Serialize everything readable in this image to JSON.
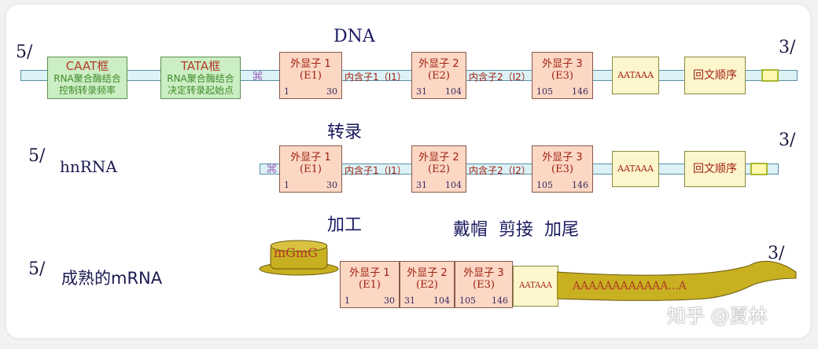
{
  "dna": {
    "title": "DNA",
    "five": "5/",
    "three": "3/",
    "caat_title": "CAAT框",
    "caat_desc1": "RNA聚合酶结合",
    "caat_desc2": "控制转录频率",
    "tata_title": "TATA框",
    "tata_desc1": "RNA聚合酶结合",
    "tata_desc2": "决定转录起始点",
    "exon1": {
      "name": "外显子 1",
      "e": "(E1)",
      "start": "1",
      "end": "30"
    },
    "intron1": "内含子1（I1）",
    "exon2": {
      "name": "外显子 2",
      "e": "(E2)",
      "start": "31",
      "end": "104"
    },
    "intron2": "内含子2（I2）",
    "exon3": {
      "name": "外显子 3",
      "e": "(E3)",
      "start": "105",
      "end": "146"
    },
    "aataaa": "AATAAA",
    "palindrome": "回文顺序"
  },
  "step1": "转录",
  "hnrna": {
    "five": "5/",
    "label": "hnRNA",
    "three": "3/",
    "exon1": {
      "name": "外显子 1",
      "e": "(E1)",
      "start": "1",
      "end": "30"
    },
    "intron1": "内含子1（I1）",
    "exon2": {
      "name": "外显子 2",
      "e": "(E2)",
      "start": "31",
      "end": "104"
    },
    "intron2": "内含子2（I2）",
    "exon3": {
      "name": "外显子 3",
      "e": "(E3)",
      "start": "105",
      "end": "146"
    },
    "aataaa": "AATAAA",
    "palindrome": "回文顺序"
  },
  "step2": "加工",
  "processing": "戴帽  剪接  加尾",
  "mrna": {
    "five": "5/",
    "label": "成熟的mRNA",
    "three": "3/",
    "cap": "mGmG",
    "exon1": {
      "name": "外显子 1",
      "e": "(E1)",
      "start": "1",
      "end": "30"
    },
    "exon2": {
      "name": "外显子 2",
      "e": "(E2)",
      "start": "31",
      "end": "104"
    },
    "exon3": {
      "name": "外显子 3",
      "e": "(E3)",
      "start": "105",
      "end": "146"
    },
    "aataaa": "AATAAA",
    "polya": "AAAAAAAAAAAA...A"
  },
  "watermark": "知乎 @夏林"
}
